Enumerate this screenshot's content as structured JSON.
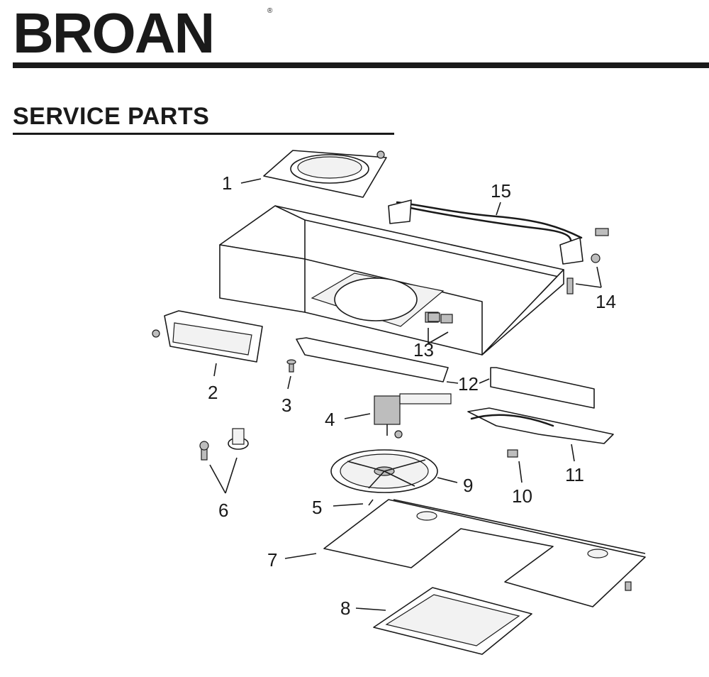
{
  "header": {
    "brand": "BROAN",
    "registered_mark": "®"
  },
  "section_title": "SERVICE PARTS",
  "callouts": [
    "1",
    "2",
    "3",
    "4",
    "5",
    "6",
    "7",
    "8",
    "9",
    "10",
    "11",
    "12",
    "13",
    "14",
    "15"
  ]
}
